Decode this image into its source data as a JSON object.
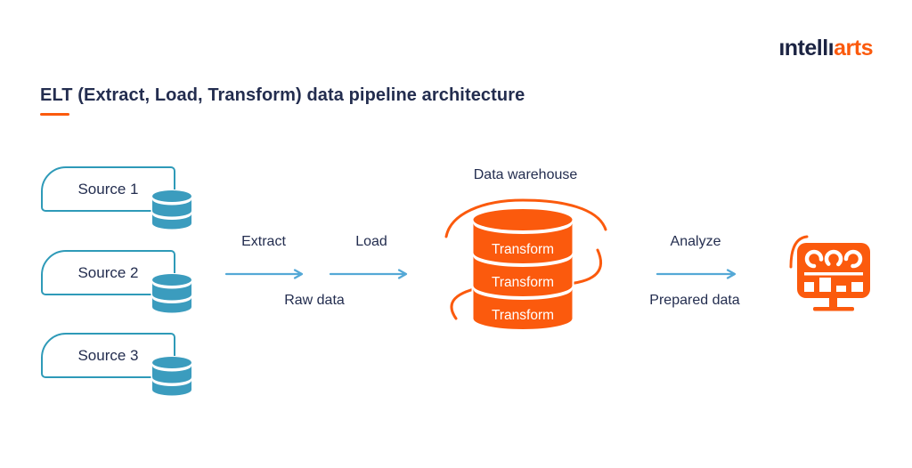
{
  "brand": {
    "name_part1": "ıntellı",
    "name_part2": "arts"
  },
  "title": {
    "text": "ELT (Extract, Load, Transform) data pipeline architecture"
  },
  "sources": [
    {
      "label": "Source 1"
    },
    {
      "label": "Source 2"
    },
    {
      "label": "Source 3"
    }
  ],
  "pipeline": {
    "extract_label": "Extract",
    "load_label": "Load",
    "raw_data_label": "Raw data",
    "warehouse_title": "Data warehouse",
    "transform_labels": [
      "Transform",
      "Transform",
      "Transform"
    ],
    "analyze_label": "Analyze",
    "prepared_data_label": "Prepared data"
  },
  "icons": {
    "source_database": "database-cylinder-icon",
    "warehouse_database": "warehouse-cylinder-rotation-icon",
    "dashboard": "analytics-dashboard-monitor-icon",
    "flow_arrow": "right-arrow-icon"
  },
  "colors": {
    "accent_orange": "#fb5a0d",
    "teal_fill": "#3b9cbe",
    "teal_border": "#2e9ab8",
    "arrow_blue": "#54a8d6",
    "navy_text": "#232d4f"
  }
}
